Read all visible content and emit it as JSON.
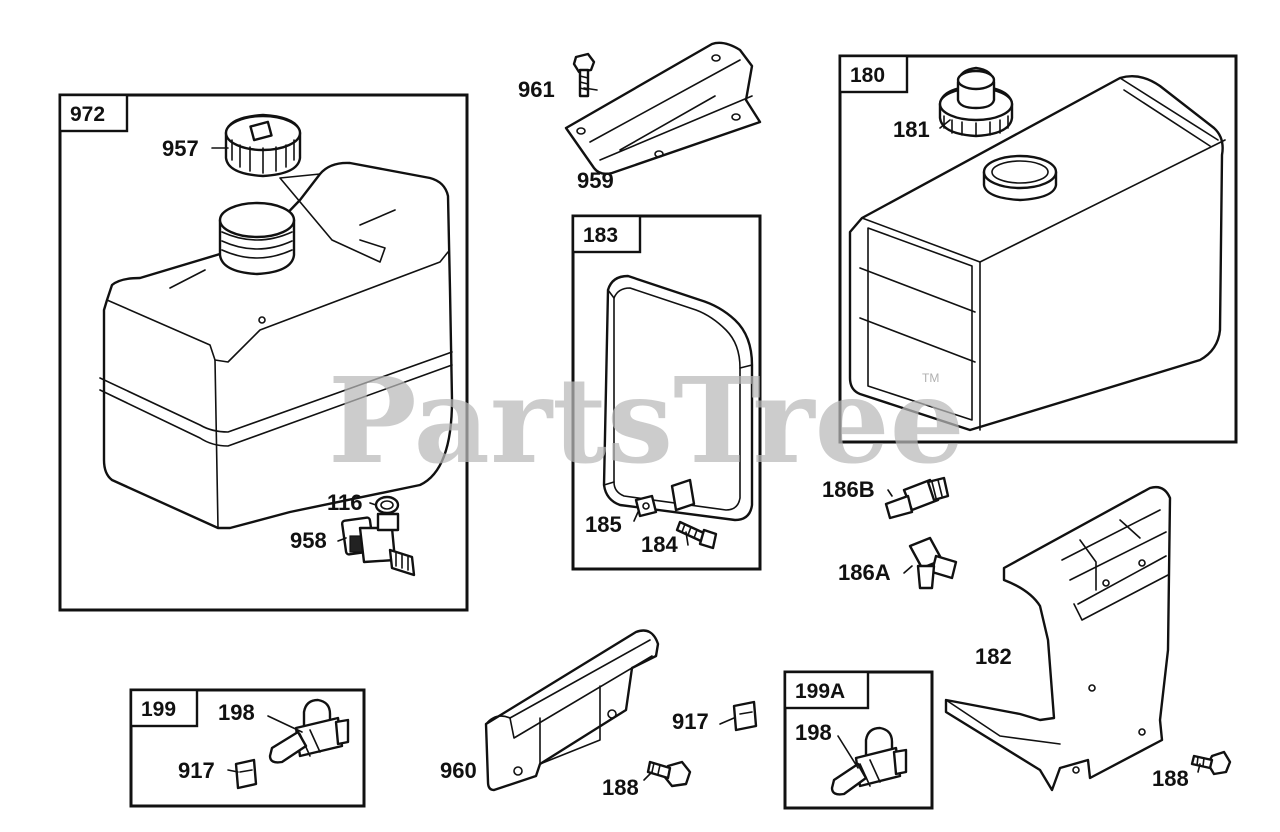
{
  "groups": {
    "g972": "972",
    "g183": "183",
    "g180": "180",
    "g199": "199",
    "g199a": "199A"
  },
  "labels": {
    "l957": "957",
    "l961": "961",
    "l959": "959",
    "l181": "181",
    "l116": "116",
    "l958": "958",
    "l185": "185",
    "l184": "184",
    "l186b": "186B",
    "l186a": "186A",
    "l182": "182",
    "l198a": "198",
    "l917a": "917",
    "l960": "960",
    "l917b": "917",
    "l188a": "188",
    "l198b": "198",
    "l188b": "188"
  },
  "watermark": {
    "text": "PartsTree",
    "tm": "TM"
  },
  "colors": {
    "line": "#111111",
    "watermark": "#b9b9b9",
    "background": "#ffffff"
  }
}
